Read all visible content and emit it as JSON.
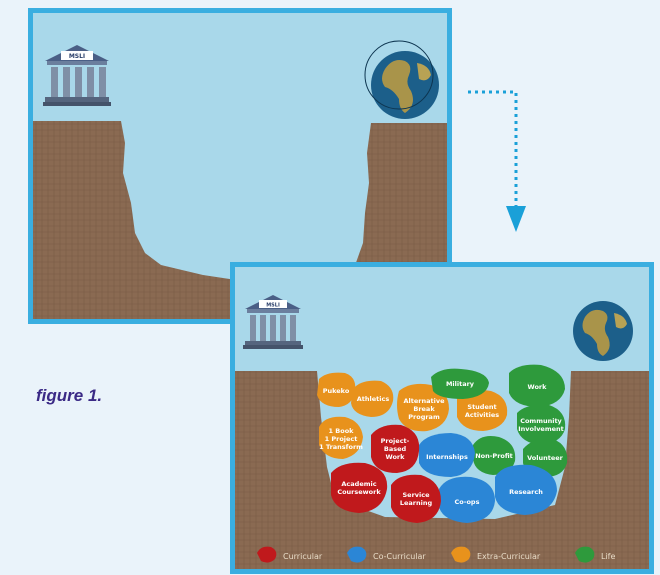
{
  "caption": "figure 1.",
  "emblem": {
    "text": "MSLI"
  },
  "rocks": {
    "pukeko": "Pukeko",
    "athletics": "Athletics",
    "alt_break_1": "Alternative",
    "alt_break_2": "Break",
    "alt_break_3": "Program",
    "student_act_1": "Student",
    "student_act_2": "Activities",
    "military": "Military",
    "work": "Work",
    "one_book_1": "1 Book",
    "one_book_2": "1 Project",
    "one_book_3": "1 Transform",
    "project_based_1": "Project-",
    "project_based_2": "Based",
    "project_based_3": "Work",
    "internships": "Internships",
    "community_1": "Community",
    "community_2": "Involvement",
    "non_profit": "Non-Profit",
    "volunteer": "Volunteer",
    "academic_1": "Academic",
    "academic_2": "Coursework",
    "service_1": "Service",
    "service_2": "Learning",
    "coops": "Co-ops",
    "research": "Research"
  },
  "legend": [
    {
      "label": "Curricular",
      "color": "#c0191c"
    },
    {
      "label": "Co-Curricular",
      "color": "#2b86d6"
    },
    {
      "label": "Extra-Curricular",
      "color": "#e8921c"
    },
    {
      "label": "Life",
      "color": "#2e9a3c"
    }
  ],
  "colors": {
    "frame": "#3aaee0",
    "sky": "#a9d8ea",
    "ground": "#8a6a52",
    "arrow": "#1aa0d8",
    "caption": "#3b2a86"
  }
}
